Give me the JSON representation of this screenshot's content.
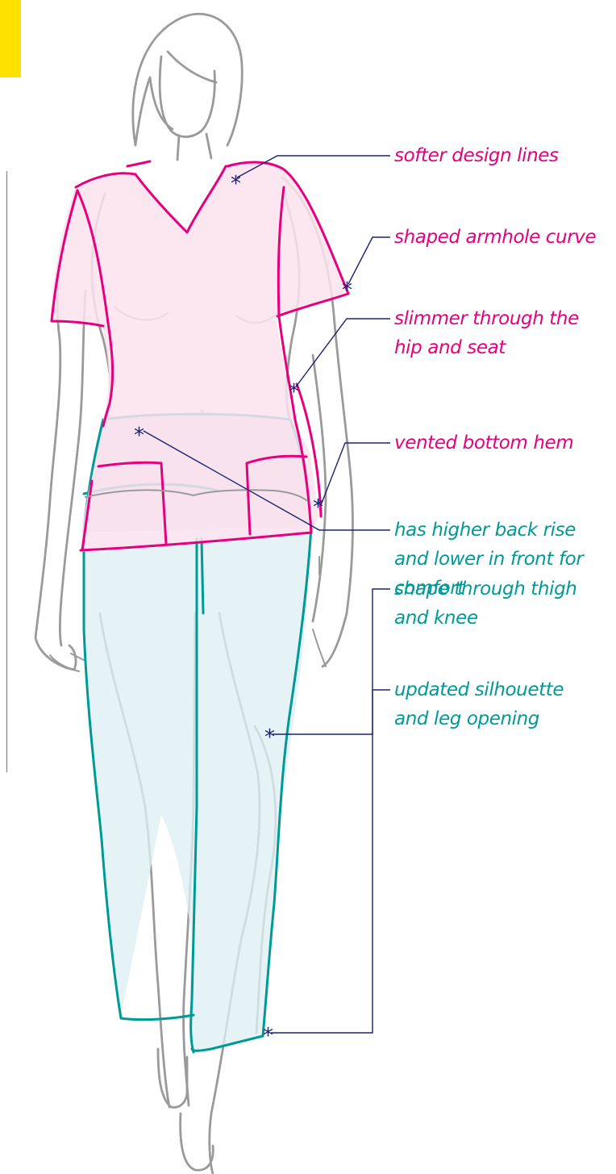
{
  "colors": {
    "top_accent": "#e5007e",
    "pant_accent": "#009a96",
    "leader": "#1a2370",
    "figure_outline": "#9a9a9a",
    "tab": "#ffe100"
  },
  "marker_symbol": "*",
  "callouts": [
    {
      "id": "softer-design-lines",
      "lines": [
        "softer design lines"
      ]
    },
    {
      "id": "shaped-armhole-curve",
      "lines": [
        "shaped armhole curve"
      ]
    },
    {
      "id": "slimmer-through-hip",
      "lines": [
        "slimmer through the",
        "hip and seat"
      ]
    },
    {
      "id": "vented-bottom-hem",
      "lines": [
        "vented bottom hem"
      ]
    },
    {
      "id": "higher-back-rise",
      "lines": [
        "has higher back rise",
        "and lower in front for",
        "comfort"
      ]
    },
    {
      "id": "thigh-and-knee",
      "lines": [
        "shape through thigh",
        "and knee"
      ]
    },
    {
      "id": "updated-silhouette",
      "lines": [
        "updated silhouette",
        "and leg opening"
      ]
    }
  ]
}
